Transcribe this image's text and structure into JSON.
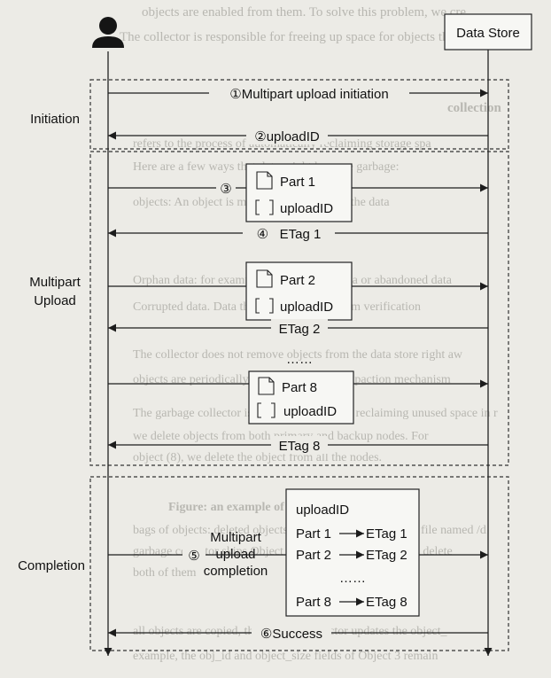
{
  "actors": {
    "client_icon": "user-icon",
    "store_label": "Data Store"
  },
  "phases": {
    "initiation": "Initiation",
    "upload_line1": "Multipart",
    "upload_line2": "Upload",
    "completion": "Completion"
  },
  "messages": {
    "init": "①Multipart upload initiation",
    "upload_id": "②uploadID",
    "part1_step": "③",
    "etag1": "④   ETag 1",
    "etag2": "ETag 2",
    "etag8": "ETag 8",
    "complete_step": "⑤",
    "success": "⑥Success"
  },
  "parts": [
    {
      "name": "Part 1",
      "id": "uploadID"
    },
    {
      "name": "Part 2",
      "id": "uploadID"
    },
    {
      "name": "Part 8",
      "id": "uploadID"
    }
  ],
  "ellipsis": "……",
  "completion_request": {
    "line1": "Multipart",
    "line2": "upload",
    "line3": "completion"
  },
  "completion_box": {
    "header": "uploadID",
    "rows": [
      {
        "part": "Part 1",
        "etag": "ETag 1"
      },
      {
        "part": "Part 2",
        "etag": "ETag 2"
      },
      {
        "part": "Part 8",
        "etag": "ETag 8"
      }
    ],
    "ellipsis": "……"
  },
  "background_text": {
    "top1": "objects are enabled from them. To solve this problem, we cre",
    "top2": "The collector is responsible for freeing up space for objects that a",
    "heading": "collection",
    "bg1": "refers to the process of automatically reclaiming storage spa",
    "bg2": "Here are a few ways that data might become garbage:",
    "bg3": "objects: An object is marked as deleted and the data",
    "bg4": "Orphan data: for example, half uploaded data or abandoned data",
    "bg5": "Corrupted data. Data that failed the checksum verification",
    "bg6": "The collector does not remove objects from the data store right aw",
    "bg7": "objects are periodically cleaned up with compaction mechanism",
    "bg8": "The garbage collector is also responsible for reclaiming unused space in r",
    "bg9": "we delete objects from both primary and backup nodes. For",
    "bg10": "object (8), we delete the object from all the nodes.",
    "bg11": "Figure: an example of how compaction works",
    "bg12": "bags of objects: deleted objects are compacted into a new file named /d",
    "bg13": "garbage collector skips Object 2 and Object 5 because the delete",
    "bg14": "both of them",
    "bg15": "all objects are copied, the garbage collector updates the object_",
    "bg16": "example, the obj_id and object_size fields of Object 3 remain"
  }
}
